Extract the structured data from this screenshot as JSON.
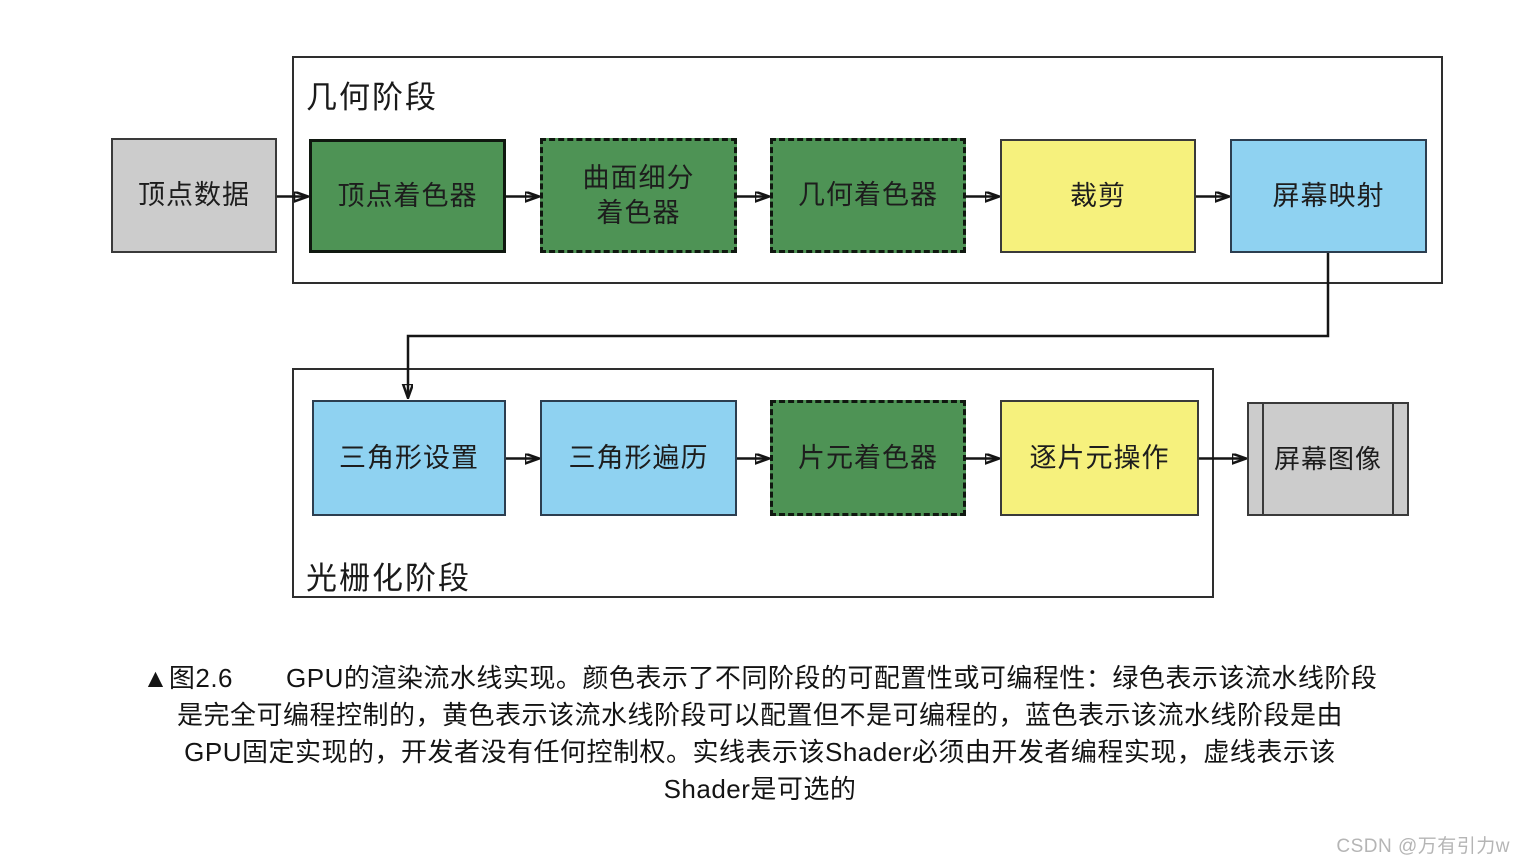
{
  "stages": {
    "geometry": {
      "label": "几何阶段"
    },
    "rasterization": {
      "label": "光栅化阶段"
    }
  },
  "nodes": {
    "vertex_data": {
      "label": "顶点数据"
    },
    "vertex_shader": {
      "label": "顶点着色器"
    },
    "tessellation_shader": {
      "line1": "曲面细分",
      "line2": "着色器"
    },
    "geometry_shader": {
      "label": "几何着色器"
    },
    "clipping": {
      "label": "裁剪"
    },
    "screen_mapping": {
      "label": "屏幕映射"
    },
    "triangle_setup": {
      "label": "三角形设置"
    },
    "triangle_traversal": {
      "label": "三角形遍历"
    },
    "fragment_shader": {
      "label": "片元着色器"
    },
    "per_fragment_operations": {
      "label": "逐片元操作"
    },
    "screen_image": {
      "label": "屏幕图像"
    }
  },
  "caption": {
    "line1": "▲图2.6　　GPU的渲染流水线实现。颜色表示了不同阶段的可配置性或可编程性：绿色表示该流水线阶段",
    "line2": "是完全可编程控制的，黄色表示该流水线阶段可以配置但不是可编程的，蓝色表示该流水线阶段是由",
    "line3": "GPU固定实现的，开发者没有任何控制权。实线表示该Shader必须由开发者编程实现，虚线表示该",
    "line4": "Shader是可选的"
  },
  "watermark": "CSDN @万有引力w",
  "colors": {
    "programmable_green": "#4e9355",
    "configurable_yellow": "#f6f17d",
    "fixed_blue": "#8fd2f1",
    "io_gray": "#cccccc"
  }
}
